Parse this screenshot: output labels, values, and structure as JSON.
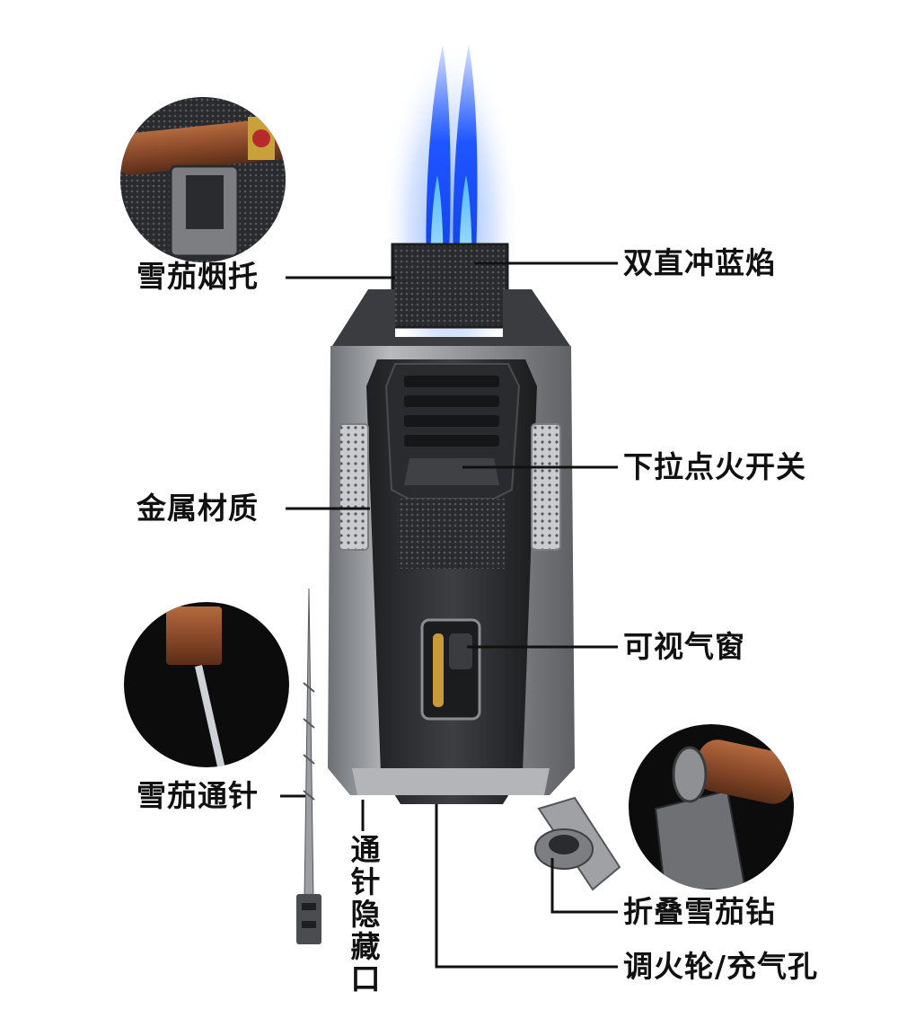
{
  "labels": {
    "cigar_rest": "雪茄烟托",
    "dual_flame": "双直冲蓝焰",
    "metal_material": "金属材质",
    "pull_down_ignition": "下拉点火开关",
    "visible_window": "可视气窗",
    "cigar_needle": "雪茄通针",
    "needle_hidden_slot": "通针隐藏口",
    "folding_punch": "折叠雪茄钻",
    "flame_refill": "调火轮/充气孔"
  },
  "colors": {
    "flame_blue": "#2f6bff",
    "flame_core": "#9fe0ff",
    "body_gunmetal": "#2e3033",
    "body_silver": "#9a9ca0",
    "cigar_brown": "#8a4a2a",
    "leader_line": "#111111"
  }
}
